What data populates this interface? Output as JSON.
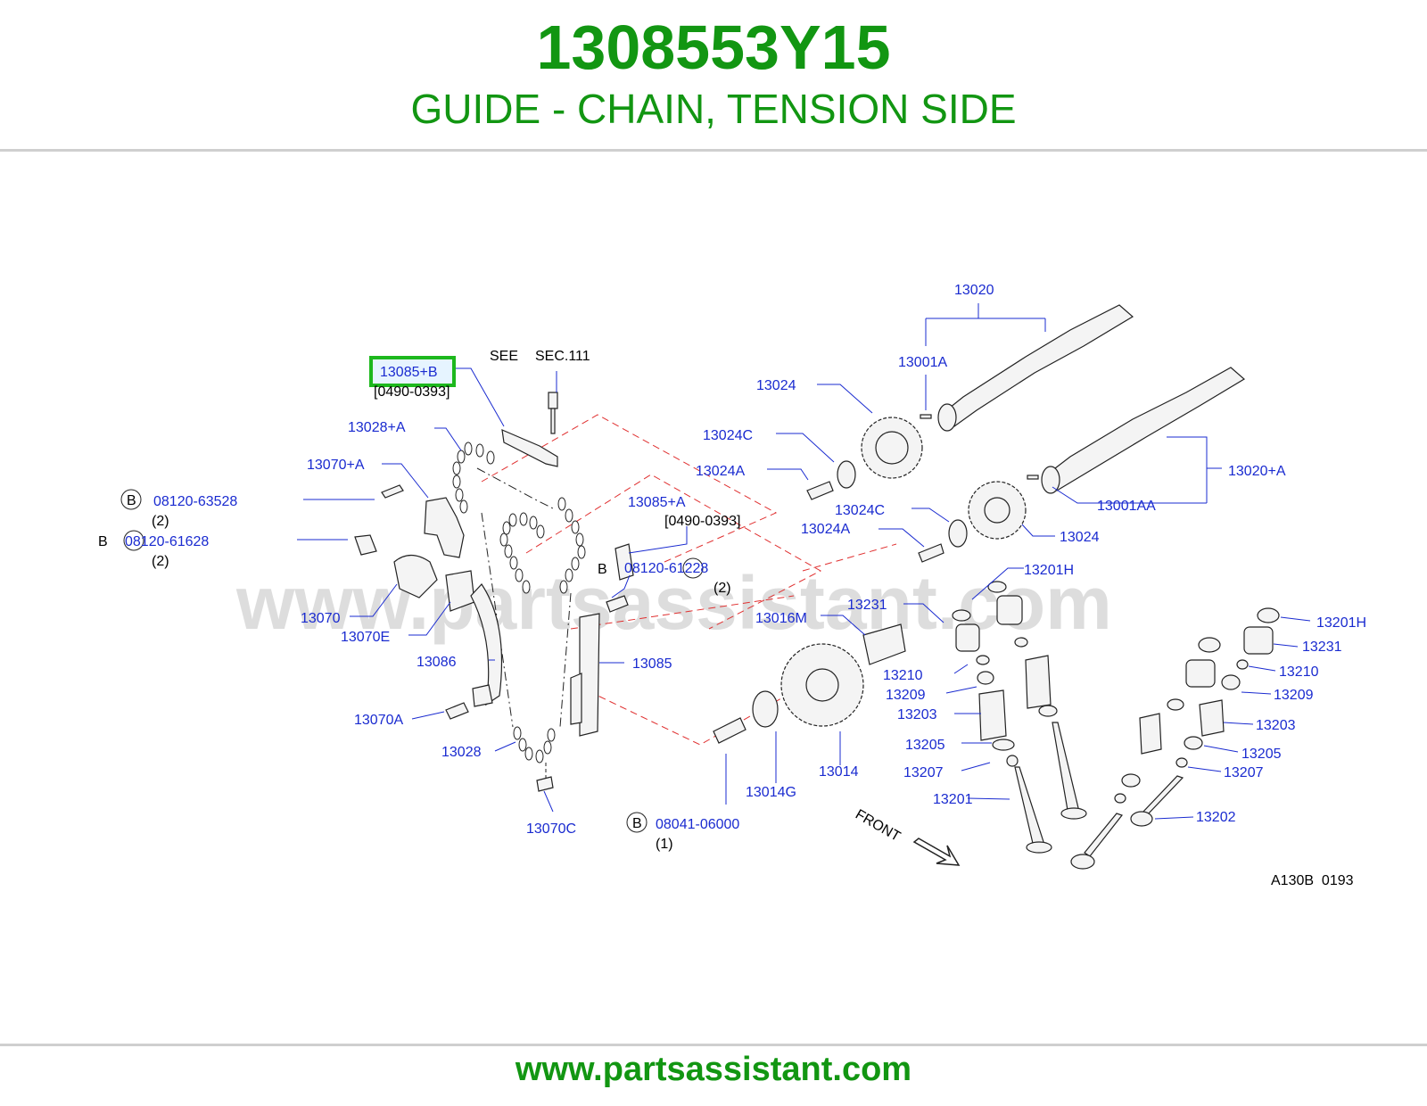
{
  "header": {
    "part_number": "1308553Y15",
    "description": "GUIDE - CHAIN, TENSION SIDE"
  },
  "footer": {
    "url": "www.partsassistant.com"
  },
  "diagram": {
    "watermark": "www.partsassistant.com",
    "drawing_code": "A130B  0193",
    "front_label": "FRONT",
    "see_label": "SEE",
    "see_section": "SEC.111",
    "bolt_marker": "B",
    "highlight_color": "#1db81d",
    "label_color": "#1a2bd0",
    "brand_color": "#129612",
    "callouts": {
      "p13085B": "13085+B",
      "p13085B_range": "[0490-0393]",
      "p13028A": "13028+A",
      "p13070A_plus": "13070+A",
      "b08120_63528": "08120-63528",
      "b08120_63528_qty": "(2)",
      "b08120_61628": "08120-61628",
      "b08120_61628_qty": "(2)",
      "p13070": "13070",
      "p13070E": "13070E",
      "p13086": "13086",
      "p13070A": "13070A",
      "p13028": "13028",
      "p13070C": "13070C",
      "p13085A": "13085+A",
      "p13085A_range": "[0490-0393]",
      "b08120_61228": "08120-61228",
      "b08120_61228_qty": "(2)",
      "p13085": "13085",
      "p13020": "13020",
      "p13001A": "13001A",
      "p13024_top": "13024",
      "p13024C_top": "13024C",
      "p13024A_top": "13024A",
      "p13020A": "13020+A",
      "p13001AA": "13001AA",
      "p13024C_mid": "13024C",
      "p13024A_mid": "13024A",
      "p13024_mid": "13024",
      "p13201H_a": "13201H",
      "p13231_a": "13231",
      "p13016M": "13016M",
      "p13210_a": "13210",
      "p13209_a": "13209",
      "p13203_a": "13203",
      "p13205_a": "13205",
      "p13207_a": "13207",
      "p13201": "13201",
      "p13014": "13014",
      "p13014G": "13014G",
      "b08041_06000": "08041-06000",
      "b08041_06000_qty": "(1)",
      "p13201H_b": "13201H",
      "p13231_b": "13231",
      "p13210_b": "13210",
      "p13209_b": "13209",
      "p13203_b": "13203",
      "p13205_b": "13205",
      "p13207_b": "13207",
      "p13202": "13202"
    }
  }
}
